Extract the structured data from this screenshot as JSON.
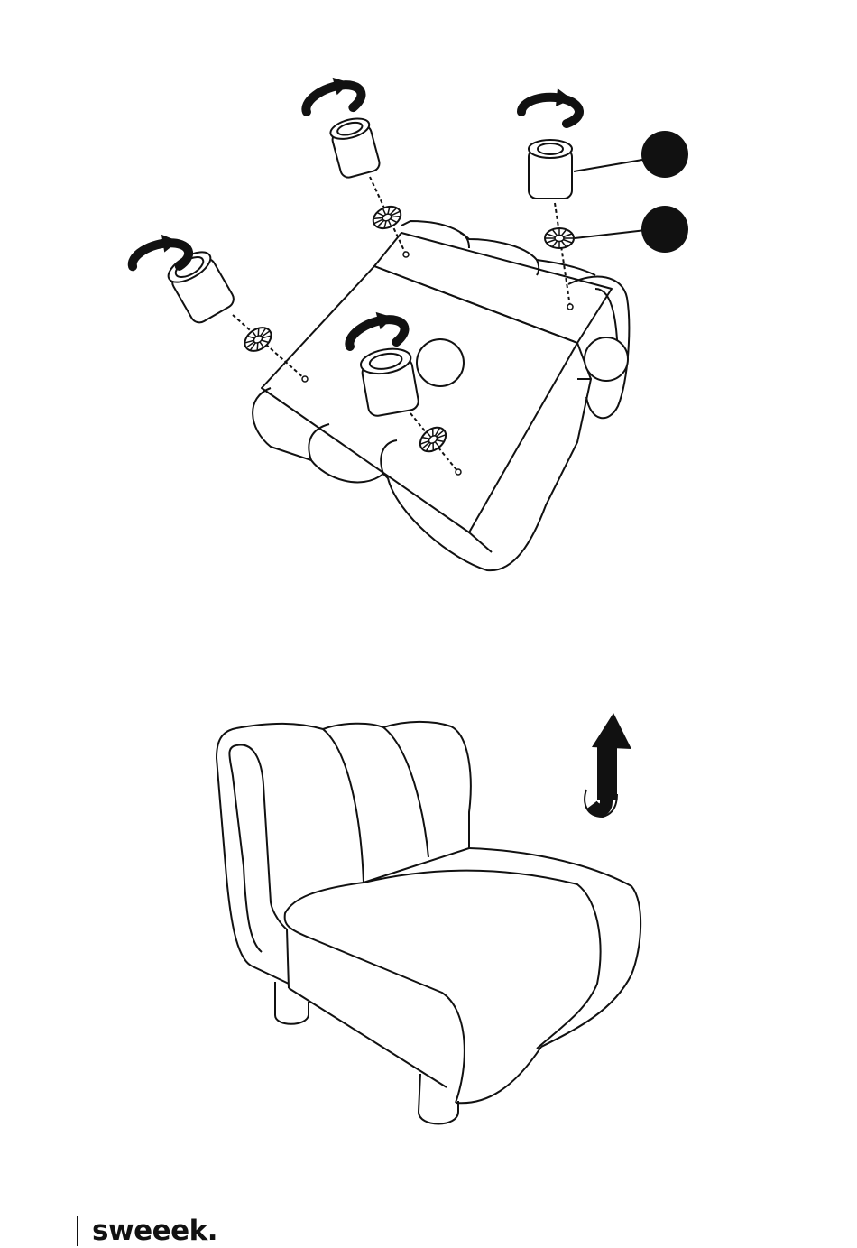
{
  "document": {
    "step_top": "attach-legs",
    "step_bottom": "turn-chair-upright"
  },
  "diagram": {
    "callouts": [
      {
        "target": "leg",
        "fill": "#111111",
        "label": ""
      },
      {
        "target": "washer",
        "fill": "#111111",
        "label": ""
      }
    ],
    "icons": [
      "rotate-arrow-icon",
      "upright-arrow-icon"
    ],
    "line_color": "#111111",
    "background": "#ffffff"
  },
  "footer": {
    "brand": "sweeek."
  }
}
